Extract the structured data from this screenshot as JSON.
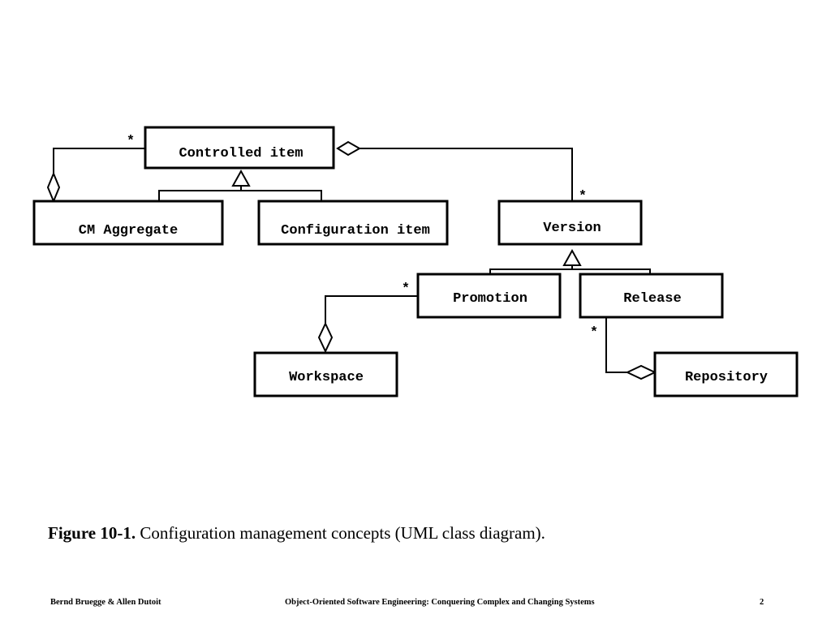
{
  "classes": {
    "controlled_item": "Controlled item",
    "cm_aggregate": "CM Aggregate",
    "configuration_item": "Configuration item",
    "version": "Version",
    "promotion": "Promotion",
    "release": "Release",
    "workspace": "Workspace",
    "repository": "Repository"
  },
  "multiplicities": {
    "aggregate_to_controlled": "*",
    "controlled_to_version": "*",
    "workspace_to_promotion": "*",
    "release_to_repository": "*"
  },
  "relationships": [
    {
      "kind": "aggregation",
      "whole": "CM Aggregate",
      "part": "Controlled item",
      "multiplicity": "*"
    },
    {
      "kind": "aggregation",
      "whole": "Controlled item",
      "part": "Version",
      "multiplicity": "*"
    },
    {
      "kind": "generalization",
      "parent": "Controlled item",
      "children": [
        "CM Aggregate",
        "Configuration item"
      ]
    },
    {
      "kind": "generalization",
      "parent": "Version",
      "children": [
        "Promotion",
        "Release"
      ]
    },
    {
      "kind": "aggregation",
      "whole": "Workspace",
      "part": "Promotion",
      "multiplicity": "*"
    },
    {
      "kind": "aggregation",
      "whole": "Repository",
      "part": "Release",
      "multiplicity": "*"
    }
  ],
  "caption": {
    "figure_label": "Figure 10-1.",
    "text": " Configuration management concepts (UML class diagram)."
  },
  "footer": {
    "left": "Bernd Bruegge & Allen Dutoit",
    "center": "Object-Oriented Software Engineering: Conquering Complex and Changing Systems",
    "page_number": "2"
  }
}
